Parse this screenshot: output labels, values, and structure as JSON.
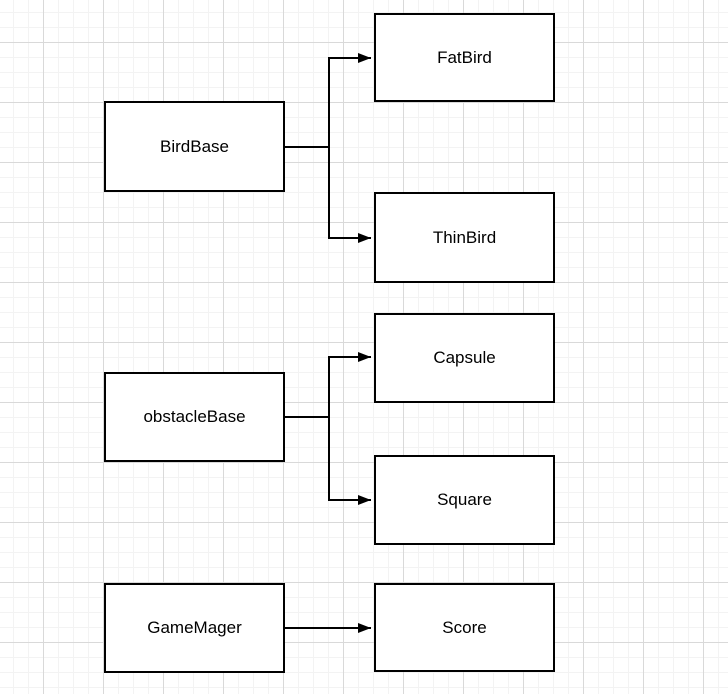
{
  "diagram": {
    "nodes": [
      {
        "id": "fatbird",
        "label": "FatBird"
      },
      {
        "id": "birdbase",
        "label": "BirdBase"
      },
      {
        "id": "thinbird",
        "label": "ThinBird"
      },
      {
        "id": "capsule",
        "label": "Capsule"
      },
      {
        "id": "obstaclebase",
        "label": "obstacleBase"
      },
      {
        "id": "square",
        "label": "Square"
      },
      {
        "id": "gamemager",
        "label": "GameMager"
      },
      {
        "id": "score",
        "label": "Score"
      }
    ],
    "edges": [
      {
        "from": "BirdBase",
        "to": "FatBird"
      },
      {
        "from": "BirdBase",
        "to": "ThinBird"
      },
      {
        "from": "obstacleBase",
        "to": "Capsule"
      },
      {
        "from": "obstacleBase",
        "to": "Square"
      },
      {
        "from": "GameMager",
        "to": "Score"
      }
    ],
    "colors": {
      "background": "#ffffff",
      "node_fill": "#ffffff",
      "node_stroke": "#000000",
      "edge_stroke": "#000000",
      "grid_minor": "#f3f3f3",
      "grid_major": "#d9d9d9"
    }
  }
}
